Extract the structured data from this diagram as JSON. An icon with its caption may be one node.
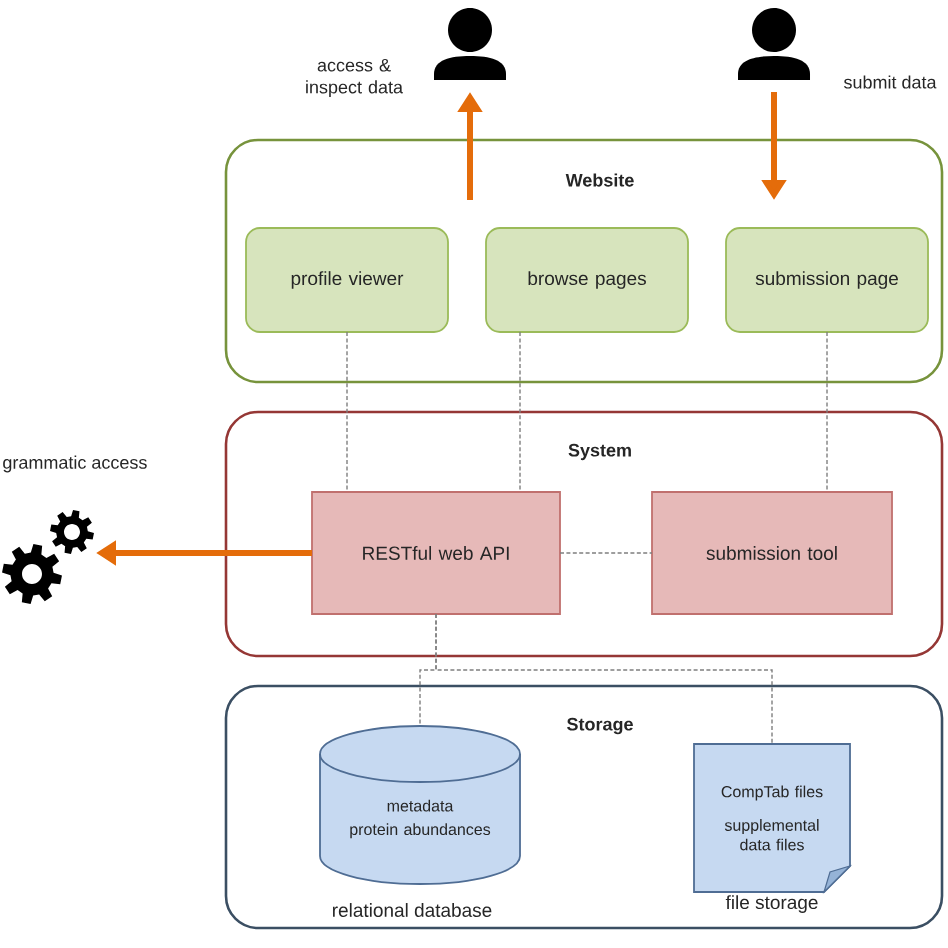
{
  "diagram": {
    "nodes": [
      {
        "text": [
          "Website"
        ]
      },
      {
        "text": [
          "profile viewer"
        ],
        "in": 0
      },
      {
        "text": [
          "browse pages"
        ],
        "in": 0
      },
      {
        "text": [
          "submission page"
        ],
        "in": 0
      },
      {
        "text": [
          "System"
        ]
      },
      {
        "text": [
          "RESTful web API"
        ],
        "in": 4
      },
      {
        "text": [
          "submission tool"
        ],
        "in": 4
      },
      {
        "text": [
          "Storage"
        ]
      },
      {
        "text": [
          "metadata",
          "protein abundances"
        ],
        "beside": [
          "relational database"
        ],
        "in": 7
      },
      {
        "text": [
          "CompTab files",
          "supplemental data files"
        ],
        "beside": [
          "file storage"
        ],
        "in": 7
      },
      {
        "text": [],
        "shape": "person",
        "beside": [
          "access & inspect data"
        ]
      },
      {
        "text": [],
        "shape": "person",
        "beside": [
          "submit data"
        ]
      },
      {
        "text": [],
        "shape": "gears",
        "beside": [
          "grammatic access"
        ]
      }
    ],
    "edges": [
      {
        "from": null,
        "to": 10,
        "arrow": "to",
        "style": "thick",
        "color": "#e46c0a"
      },
      {
        "from": 11,
        "to": null,
        "arrow": "to",
        "style": "thick",
        "color": "#e46c0a"
      },
      {
        "from": 5,
        "to": 12,
        "arrow": "to",
        "style": "thick",
        "color": "#e46c0a"
      },
      {
        "from": 1,
        "to": 5,
        "arrow": "none",
        "style": "dashed"
      },
      {
        "from": 2,
        "to": 5,
        "arrow": "none",
        "style": "dashed"
      },
      {
        "from": 3,
        "to": 6,
        "arrow": "none",
        "style": "dashed"
      },
      {
        "from": 5,
        "to": 6,
        "arrow": "none",
        "style": "dashed"
      },
      {
        "from": 5,
        "to": 8,
        "arrow": "none",
        "style": "dashed"
      },
      {
        "from": 5,
        "to": 9,
        "arrow": "none",
        "style": "dashed"
      }
    ]
  }
}
